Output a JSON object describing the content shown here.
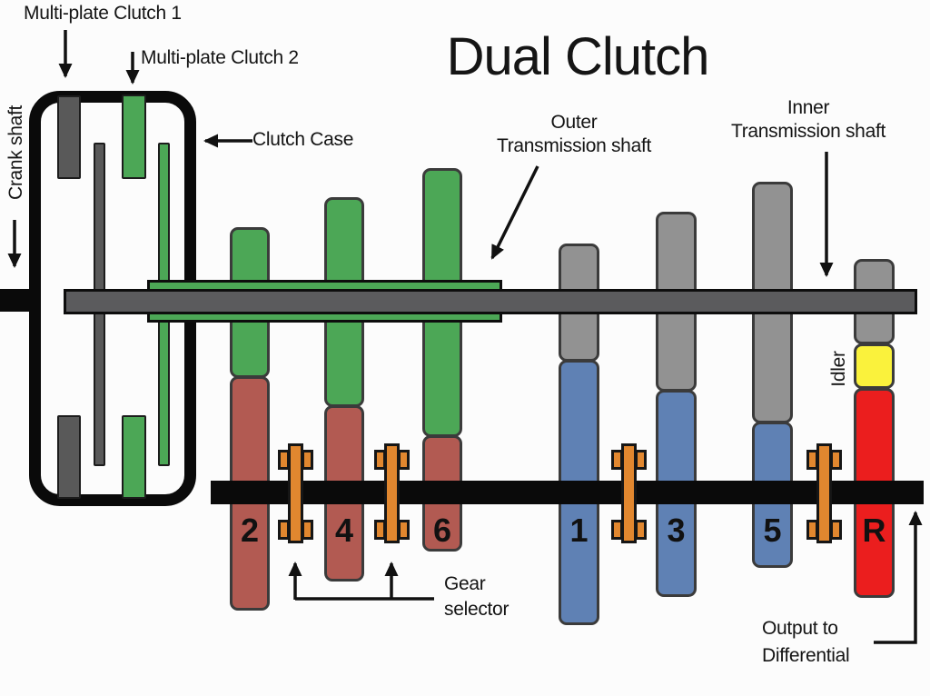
{
  "title": "Dual Clutch",
  "labels": {
    "multi_plate_clutch_1": "Multi-plate Clutch 1",
    "multi_plate_clutch_2": "Multi-plate Clutch 2",
    "crank_shaft": "Crank shaft",
    "clutch_case": "Clutch Case",
    "outer_shaft": {
      "line1": "Outer",
      "line2": "Transmission shaft"
    },
    "inner_shaft": {
      "line1": "Inner",
      "line2": "Transmission shaft"
    },
    "idler": "Idler",
    "gear_selector": {
      "line1": "Gear",
      "line2": "selector"
    },
    "output": {
      "line1": "Output to",
      "line2": "Differential"
    }
  },
  "gears": [
    {
      "label": "2"
    },
    {
      "label": "4"
    },
    {
      "label": "6"
    },
    {
      "label": "1"
    },
    {
      "label": "3"
    },
    {
      "label": "5"
    },
    {
      "label": "R"
    }
  ],
  "colors": {
    "green": "#4CA756",
    "brick": "#B25A52",
    "blue": "#5F81B4",
    "gray_gear": "#929292",
    "gray_shaft": "#5B5B5D",
    "plate_dark": "#595959",
    "orange": "#E1872F",
    "yellow": "#FAF23C",
    "bright_red": "#EB1E1E",
    "shaft_black": "#0a0a0a",
    "ink": "#141414"
  }
}
